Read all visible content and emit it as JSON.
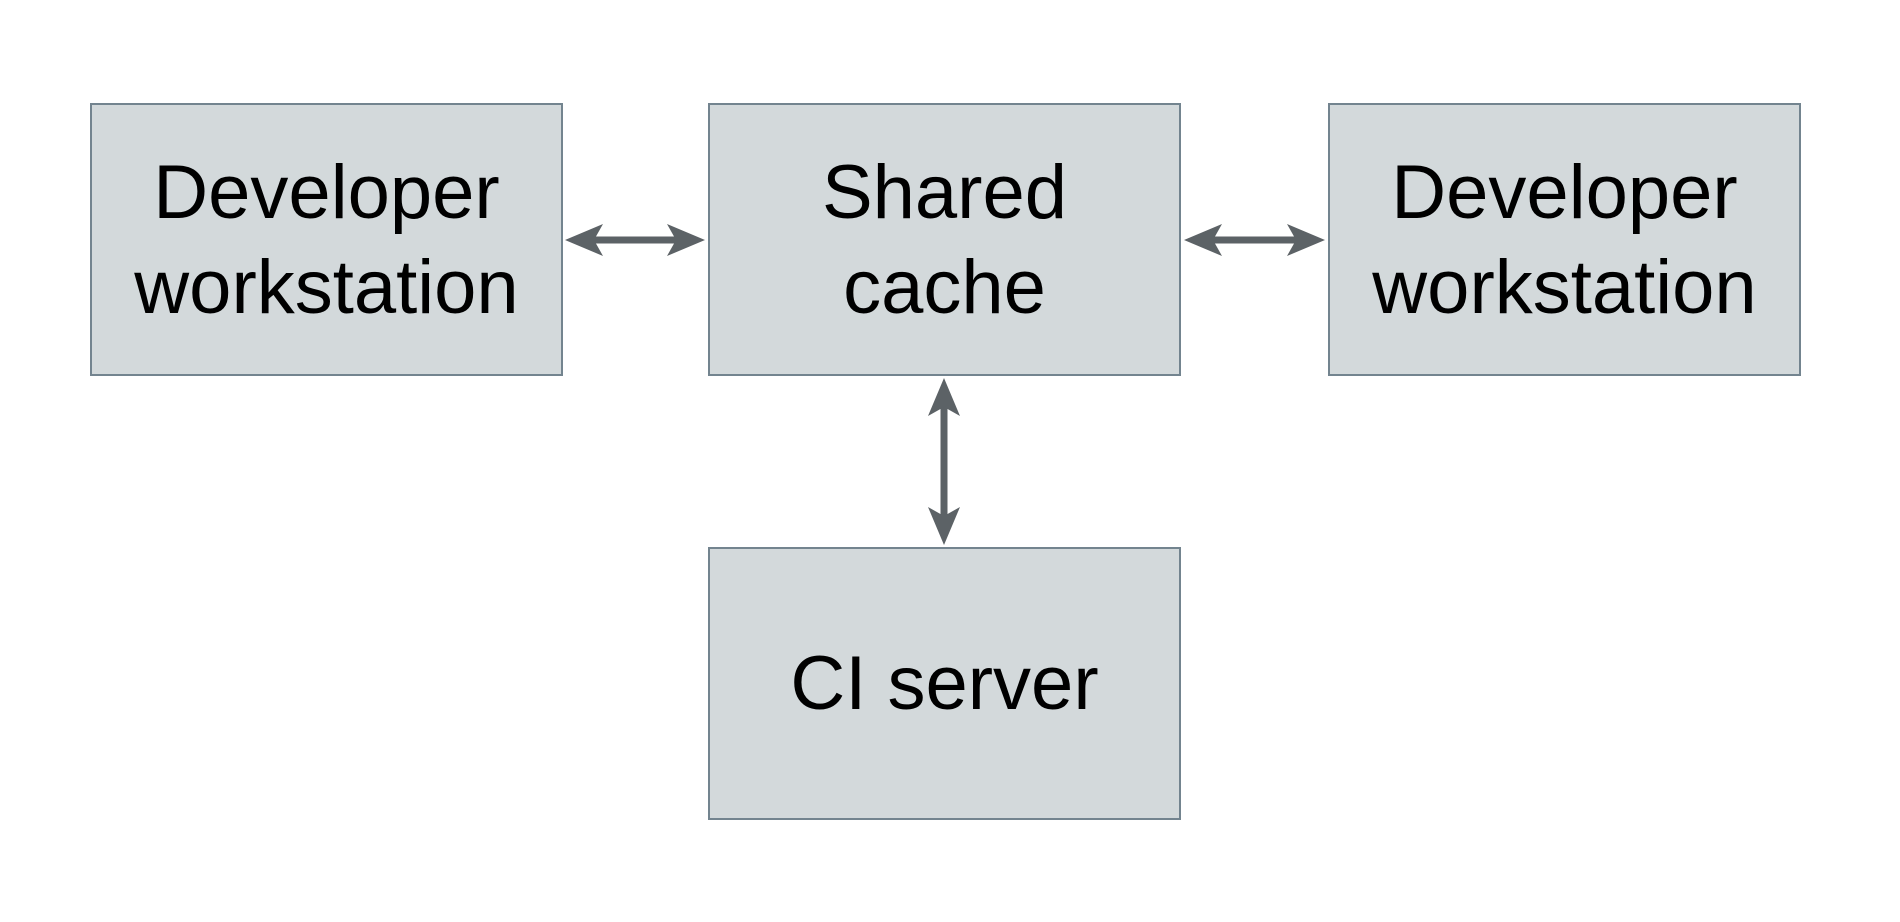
{
  "diagram": {
    "colors": {
      "background": "#ffffff",
      "box_fill": "#d3d9db",
      "box_border": "#73848f",
      "arrow": "#5c6266",
      "text": "#000000"
    },
    "nodes": [
      {
        "id": "developer-workstation-left",
        "label": "Developer workstation"
      },
      {
        "id": "shared-cache",
        "label": "Shared cache"
      },
      {
        "id": "developer-workstation-right",
        "label": "Developer workstation"
      },
      {
        "id": "ci-server",
        "label": "CI server"
      }
    ],
    "edges": [
      {
        "from": "developer-workstation-left",
        "to": "shared-cache",
        "direction": "bidirectional",
        "orientation": "horizontal"
      },
      {
        "from": "shared-cache",
        "to": "developer-workstation-right",
        "direction": "bidirectional",
        "orientation": "horizontal"
      },
      {
        "from": "shared-cache",
        "to": "ci-server",
        "direction": "bidirectional",
        "orientation": "vertical"
      }
    ]
  }
}
